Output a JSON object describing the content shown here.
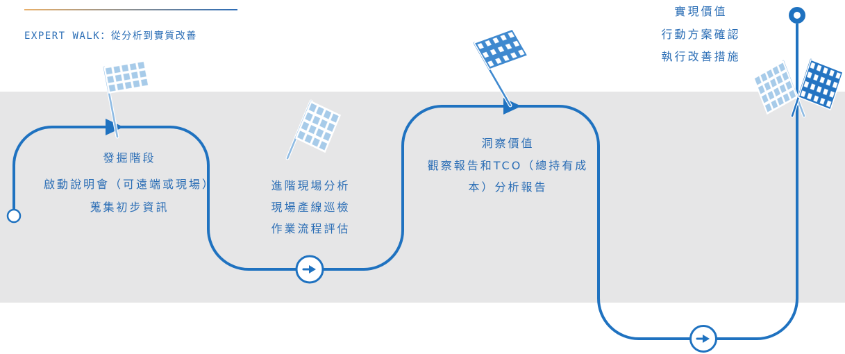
{
  "header": {
    "title": "EXPERT WALK：從分析到實質改善"
  },
  "stages": [
    {
      "lines": [
        "發掘階段",
        "啟動說明會（可遠端或現場）",
        "蒐集初步資訊"
      ]
    },
    {
      "lines": [
        "進階現場分析",
        "現場產線巡檢",
        "作業流程評估"
      ]
    },
    {
      "lines": [
        "洞察價值",
        "觀察報告和TCO（總持有成",
        "本）分析報告"
      ]
    },
    {
      "lines": [
        "實現價值",
        "行動方案確認",
        "執行改善措施"
      ]
    }
  ],
  "icons": {
    "milestone": "checkered-flag-icon",
    "step": "arrow-right-icon",
    "direction": "play-triangle-icon"
  },
  "colors": {
    "path": "#1f72c0",
    "text": "#2a6db5",
    "band": "#e6e6e7",
    "flag_light": "#a7cbe9",
    "flag_mid": "#3f89cf",
    "flag_dark": "#2474c2",
    "rule_start": "#e9b06a",
    "rule_end": "#2c6cb6"
  }
}
